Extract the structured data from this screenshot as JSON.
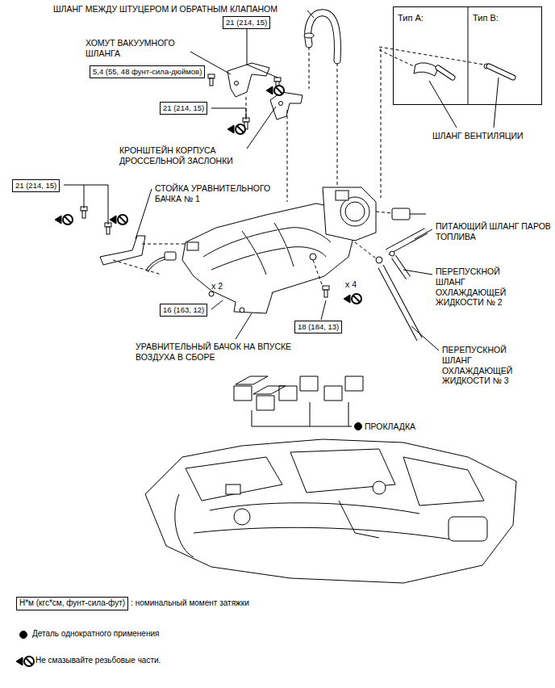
{
  "diagram": {
    "nodes": [
      {
        "text": [
          "21 (214, 15)"
        ]
      },
      {
        "text": [
          "5,4 (55, 48 фунт-сила-дюймов)"
        ]
      },
      {
        "text": [
          "21 (214, 15)"
        ]
      },
      {
        "text": [
          "21 (214, 15)"
        ]
      },
      {
        "text": [
          "16 (163, 12)"
        ]
      },
      {
        "text": [
          "18 (184, 13)"
        ]
      },
      {
        "text": [
          "Тип A:",
          "Тип B:"
        ]
      },
      {
        "text": [
          "Н*м (кгс*см, фунт-сила-фут)"
        ]
      }
    ],
    "labels": [
      "ШЛАНГ МЕЖДУ ШТУЦЕРОМ И ОБРАТНЫМ КЛАПАНОМ",
      "ХОМУТ ВАКУУМНОГО ШЛАНГА",
      "КРОНШТЕЙН КОРПУСА ДРОССЕЛЬНОЙ ЗАСЛОНКИ",
      "ШЛАНГ ВЕНТИЛЯЦИИ",
      "СТОЙКА УРАВНИТЕЛЬНОГО БАЧКА № 1",
      "ПИТАЮЩИЙ ШЛАНГ ПАРОВ ТОПЛИВА",
      "ПЕРЕПУСКНОЙ ШЛАНГ ОХЛАЖДАЮЩЕЙ ЖИДКОСТИ № 2",
      "ПЕРЕПУСКНОЙ ШЛАНГ ОХЛАЖДАЮЩЕЙ ЖИДКОСТИ № 3",
      "УРАВНИТЕЛЬНЫЙ БАЧОК НА ВПУСКЕ ВОЗДУХА В СБОРЕ",
      "ПРОКЛАДКА",
      "x 2",
      "x 4"
    ],
    "legend": [
      {
        "text": ": номинальный момент затяжки"
      },
      {
        "text": "Деталь однократного применения"
      },
      {
        "text": "Не смазывайте резьбовые части."
      }
    ]
  }
}
